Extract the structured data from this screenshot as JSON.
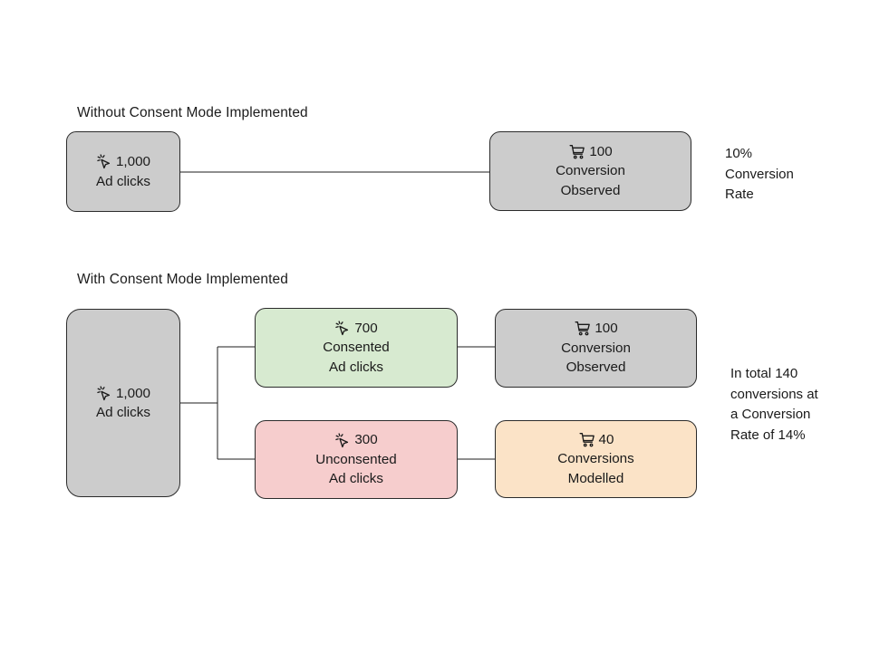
{
  "diagram": {
    "title_without": "Without Consent Mode Implemented",
    "title_with": "With Consent Mode Implemented",
    "colors": {
      "gray": "#cccccc",
      "green": "#d7ead0",
      "pink": "#f6cdcd",
      "orange": "#fbe3c7",
      "stroke": "#2b2b2b",
      "background": "#ffffff",
      "text": "#1a1a1a"
    },
    "nodes": {
      "clicks_without": {
        "icon": "click-cursor-icon",
        "value": "1,000",
        "line2": "Ad clicks",
        "line3": "",
        "fill": "gray"
      },
      "conversion_observed_without": {
        "icon": "shopping-cart-icon",
        "value": "100",
        "line2": "Conversion",
        "line3": "Observed",
        "fill": "gray"
      },
      "clicks_with": {
        "icon": "click-cursor-icon",
        "value": "1,000",
        "line2": "Ad clicks",
        "line3": "",
        "fill": "gray"
      },
      "consented_clicks": {
        "icon": "click-cursor-icon",
        "value": "700",
        "line2": "Consented",
        "line3": "Ad clicks",
        "fill": "green"
      },
      "unconsented_clicks": {
        "icon": "click-cursor-icon",
        "value": "300",
        "line2": "Unconsented",
        "line3": "Ad clicks",
        "fill": "pink"
      },
      "conversion_observed_with": {
        "icon": "shopping-cart-icon",
        "value": "100",
        "line2": "Conversion",
        "line3": "Observed",
        "fill": "gray"
      },
      "conversions_modelled": {
        "icon": "shopping-cart-icon",
        "value": "40",
        "line2": "Conversions",
        "line3": "Modelled",
        "fill": "orange"
      }
    },
    "notes": {
      "rate_without": [
        "10%",
        "Conversion",
        "Rate"
      ],
      "rate_with": [
        "In total 140",
        "conversions at",
        "a Conversion",
        "Rate of 14%"
      ]
    }
  }
}
